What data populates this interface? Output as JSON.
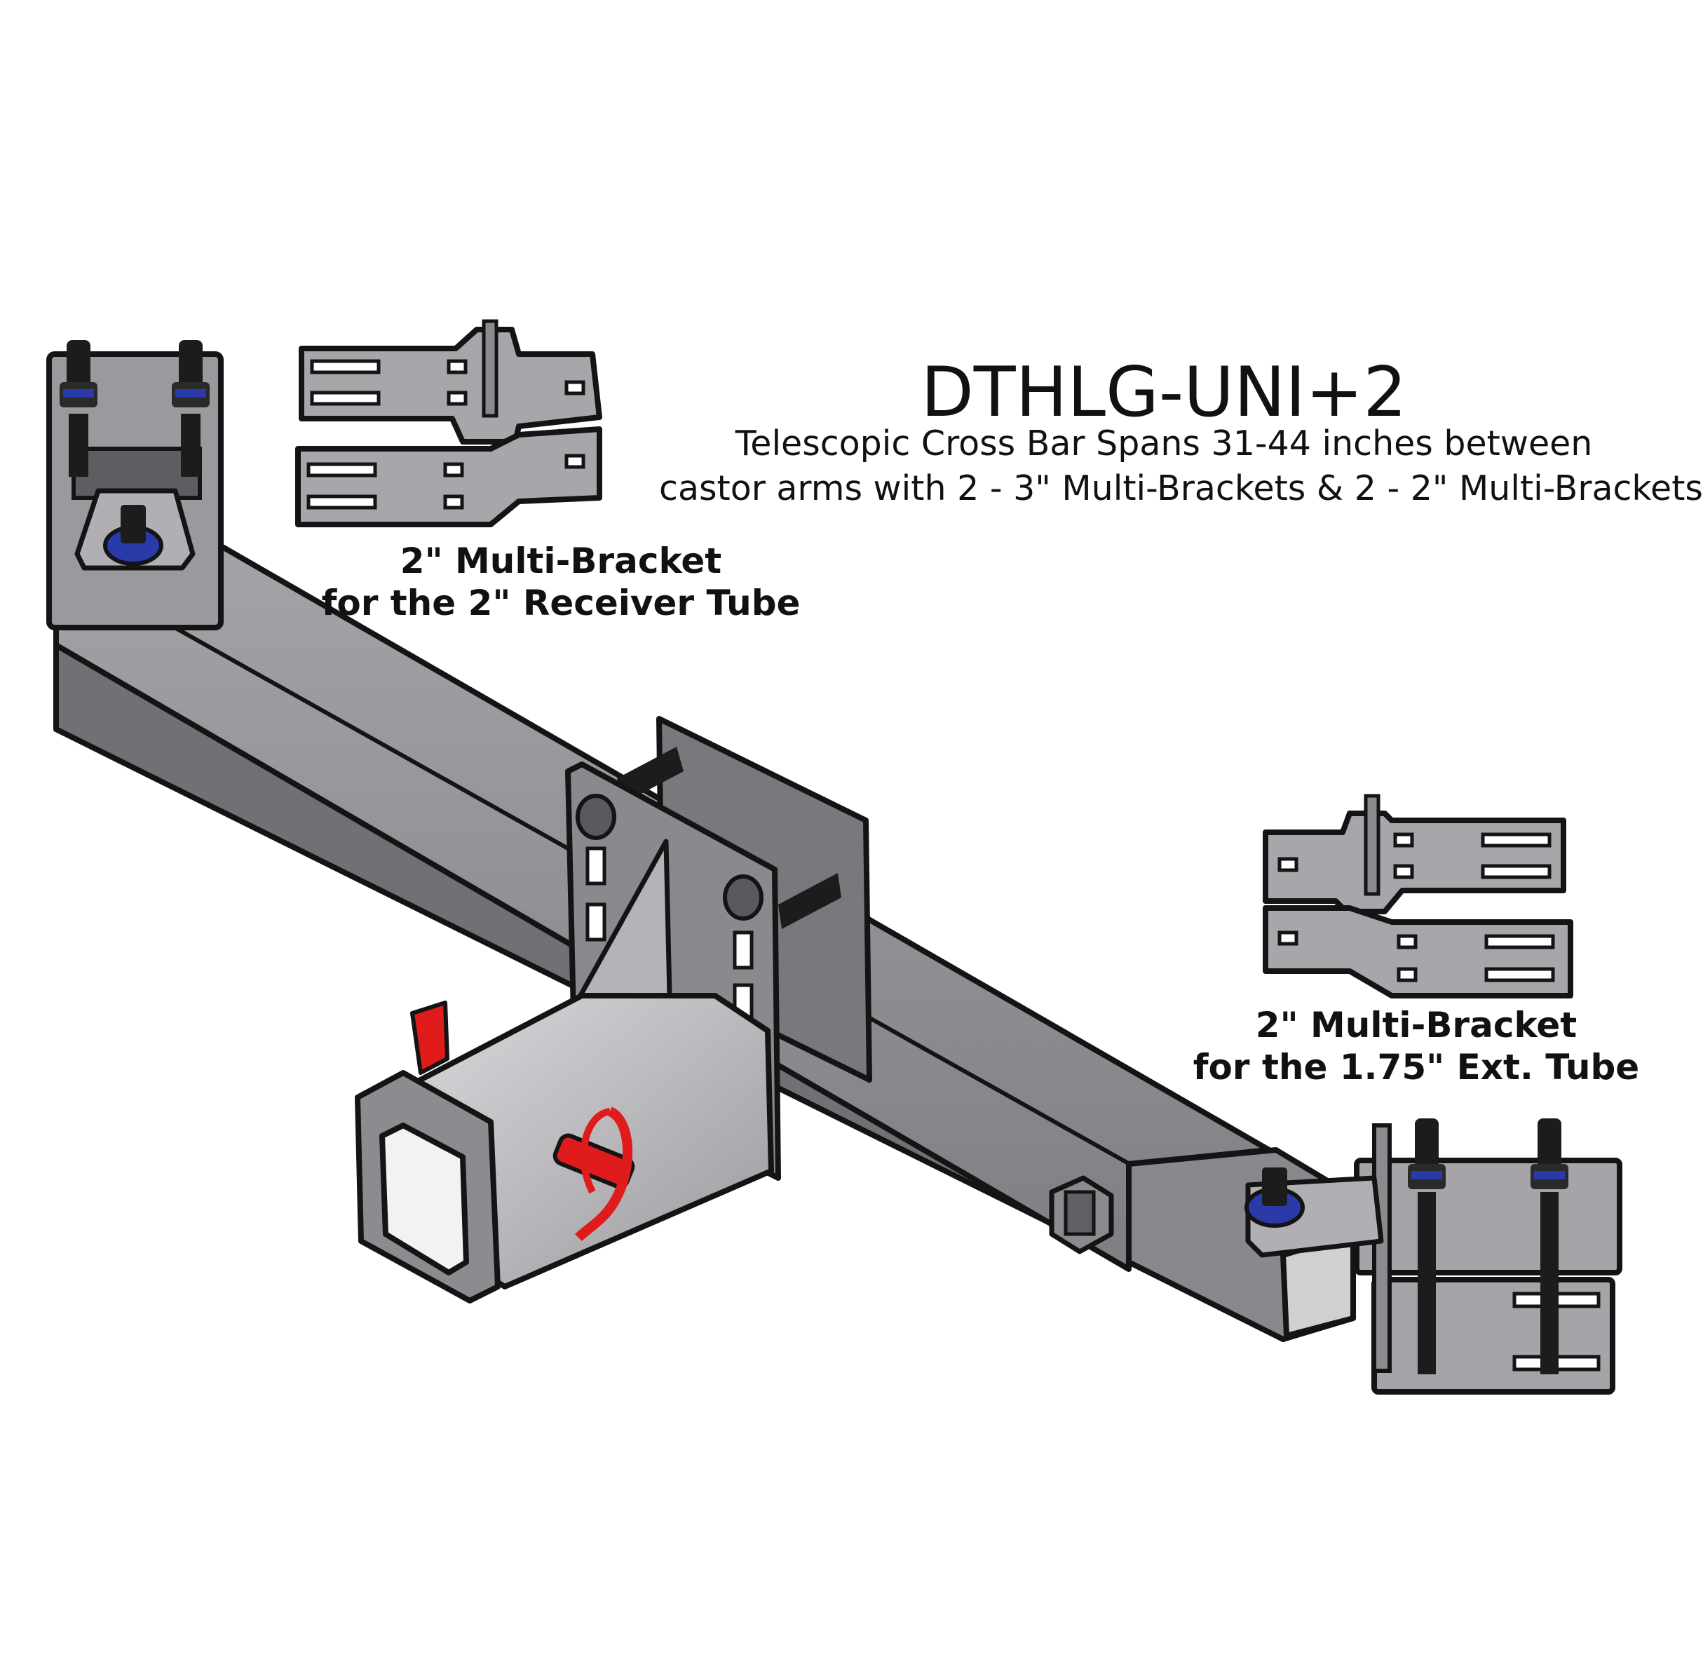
{
  "title": "DTHLG-UNI+2",
  "subtitle_lines": [
    "Telescopic Cross Bar Spans 31-44 inches between",
    "castor arms with 2 - 3\" Multi-Brackets & 2 - 2\" Multi-Brackets"
  ],
  "bracket_labels": [
    {
      "line1": "2\" Multi-Bracket",
      "line2": "for the 2\" Receiver Tube"
    },
    {
      "line1": "2\" Multi-Bracket",
      "line2": "for the 1.75\" Ext. Tube"
    }
  ],
  "colors": {
    "steel": "#8f8f94",
    "steel_light": "#b5b5b9",
    "steel_dark": "#68686d",
    "outline": "#141414",
    "bolt": "#1c1c1c",
    "washer": "#2a3aa8",
    "pin": "#e01b1b"
  }
}
